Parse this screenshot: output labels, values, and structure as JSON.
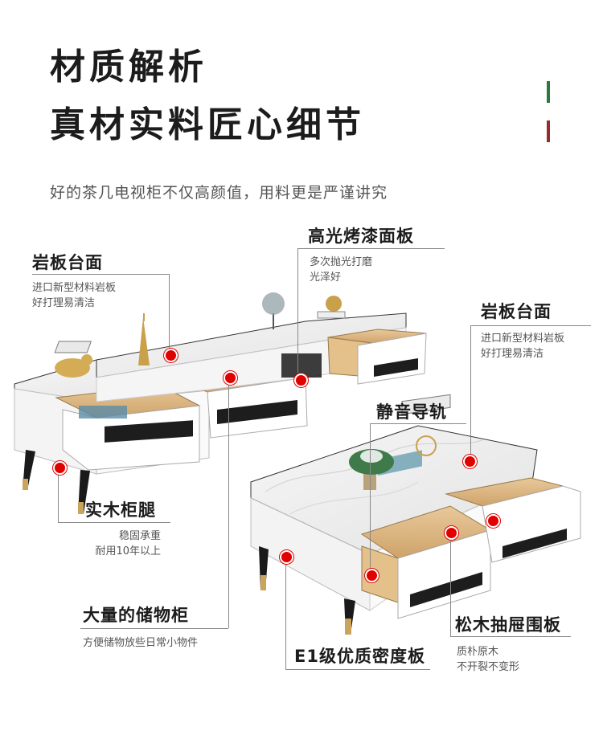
{
  "header": {
    "title_line1": "材质解析",
    "title_line2": "真材实料匠心细节",
    "subtitle": "好的茶几电视柜不仅高颜值，用料更是严谨讲究",
    "accent_colors": [
      "#2a7a3c",
      "#9b2b2b"
    ]
  },
  "callouts": {
    "rock_top_left": {
      "label": "岩板台面",
      "desc": "进口新型材料岩板\n好打理易清洁"
    },
    "gloss_panel": {
      "label": "高光烤漆面板",
      "desc": "多次抛光打磨\n光泽好"
    },
    "rock_top_right": {
      "label": "岩板台面",
      "desc": "进口新型材料岩板\n好打理易清洁"
    },
    "silent_rail": {
      "label": "静音导轨"
    },
    "wood_legs": {
      "label": "实木柜腿",
      "desc": "稳固承重\n耐用10年以上"
    },
    "storage": {
      "label": "大量的储物柜",
      "desc": "方便储物放些日常小物件"
    },
    "e1_board": {
      "label": "E1级优质密度板"
    },
    "pine_panel": {
      "label": "松木抽屉围板",
      "desc": "质朴原木\n不开裂不变形"
    }
  },
  "colors": {
    "dot": "#e00000",
    "line": "#888888",
    "text": "#1c1c1c"
  }
}
